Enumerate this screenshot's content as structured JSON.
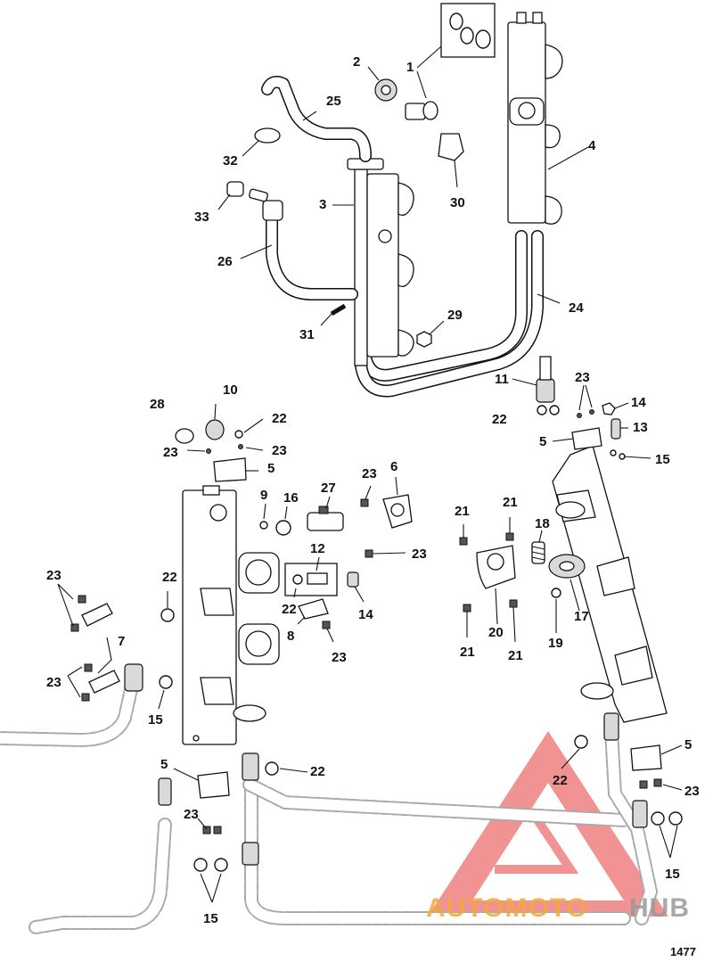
{
  "figure_number": "1477",
  "watermark": {
    "brand_left": "AUTOMOTO",
    "brand_right": "HUB",
    "color_tri": "#f08080",
    "color_left": "#f2a93b",
    "color_right": "#999999"
  },
  "callouts": {
    "c1": "1",
    "c2": "2",
    "c3": "3",
    "c4": "4",
    "c5a": "5",
    "c5b": "5",
    "c5c": "5",
    "c5d": "5",
    "c6": "6",
    "c7": "7",
    "c8": "8",
    "c9": "9",
    "c10": "10",
    "c11": "11",
    "c12": "12",
    "c13": "13",
    "c14a": "14",
    "c14b": "14",
    "c15a": "15",
    "c15b": "15",
    "c15c": "15",
    "c15d": "15",
    "c16": "16",
    "c17": "17",
    "c18": "18",
    "c19": "19",
    "c20": "20",
    "c21a": "21",
    "c21b": "21",
    "c21c": "21",
    "c21d": "21",
    "c22a": "22",
    "c22b": "22",
    "c22c": "22",
    "c22d": "22",
    "c22e": "22",
    "c22f": "22",
    "c23a": "23",
    "c23b": "23",
    "c23c": "23",
    "c23d": "23",
    "c23e": "23",
    "c23f": "23",
    "c23g": "23",
    "c23h": "23",
    "c23i": "23",
    "c23j": "23",
    "c24": "24",
    "c25": "25",
    "c26": "26",
    "c27": "27",
    "c28": "28",
    "c29": "29",
    "c30": "30",
    "c31": "31",
    "c32": "32",
    "c33": "33"
  }
}
